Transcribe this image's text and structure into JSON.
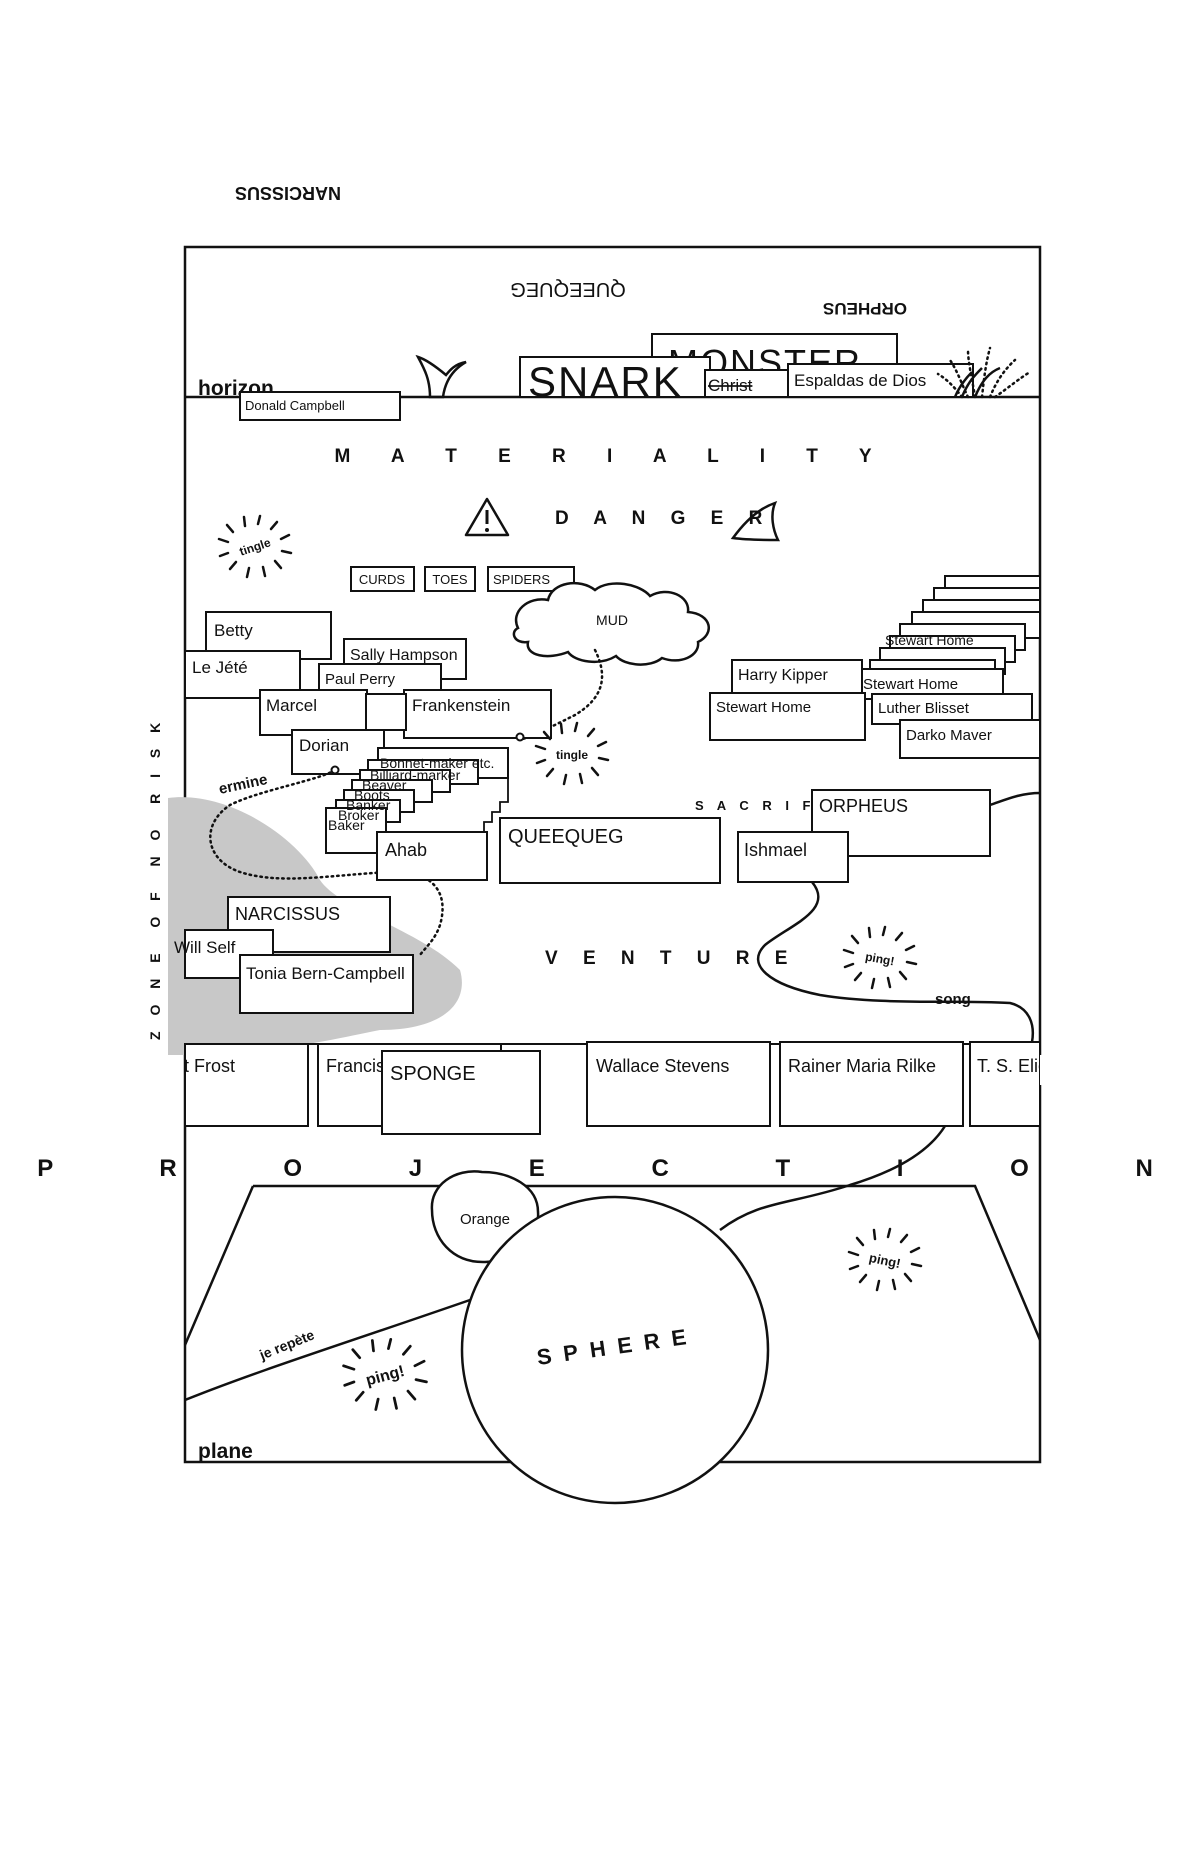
{
  "mirrored": {
    "narcissus": "NARCISSUS",
    "queequeg": "QUEEQUEG",
    "orpheus": "ORPHEUS"
  },
  "horizon_label": "horizon",
  "plane_label": "plane",
  "top_boxes": {
    "donald": "Donald Campbell",
    "monster": "MONSTER",
    "snark": "SNARK",
    "christ": "Christ",
    "espaldas": "Espaldas de Dios"
  },
  "zones": {
    "materiality": "M A T E R I A L I T Y",
    "danger": "D A N G E R",
    "venture": "V E N T U R E",
    "sacrifice": "S A C R I F I C E",
    "projection": "P R O J E C T I O N",
    "no_risk": "Z O N E  O F  N O  R I S K"
  },
  "small_boxes": [
    "CURDS",
    "TOES",
    "SPIDERS"
  ],
  "mud": "MUD",
  "tingles": [
    "tingle",
    "tingle"
  ],
  "pings": [
    "ping!",
    "ping!",
    "ping!"
  ],
  "flows": {
    "ermine": "ermine",
    "song": "song",
    "je_repete": "je repète"
  },
  "characters": {
    "betty": "Betty",
    "le_jete": "Le Jété",
    "sally": "Sally Hampson",
    "paul": "Paul Perry",
    "marcel": "Marcel",
    "frankenstein": "Frankenstein",
    "dorian": "Dorian",
    "bonnet": "Bonnet-maker etc.",
    "billiard": "Billiard-marker",
    "beaver": "Beaver",
    "boots": "Boots",
    "banker": "Banker",
    "broker": "Broker",
    "baker": "Baker",
    "ahab": "Ahab",
    "queequeg": "QUEEQUEG",
    "ishmael": "Ishmael",
    "orpheus": "ORPHEUS",
    "narcissus": "NARCISSUS",
    "will_self": "Will Self",
    "tonia": "Tonia Bern-Campbell",
    "harry": "Harry Kipper",
    "stewart_main": "Stewart Home",
    "stewart_stack": "Stewart Home",
    "stewart_2": "Stewart Home",
    "luther": "Luther Blisset",
    "darko": "Darko Maver"
  },
  "poets": {
    "frost": "t Frost",
    "francis": "Francis",
    "sponge": "SPONGE",
    "stevens": "Wallace Stevens",
    "rilke": "Rainer Maria Rilke",
    "eliot": "T. S. Eliot"
  },
  "orange": "Orange",
  "sphere": "SPHERE"
}
